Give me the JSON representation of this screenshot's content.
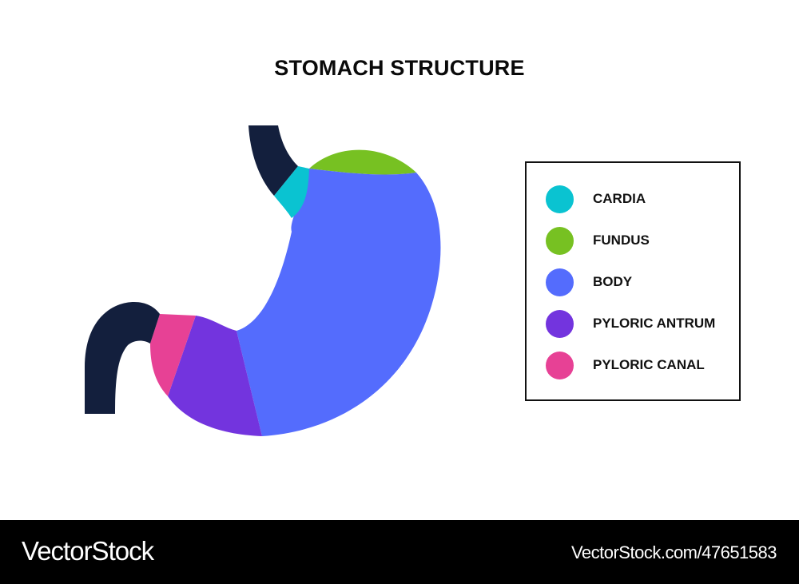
{
  "title": "STOMACH STRUCTURE",
  "colors": {
    "esophagus": "#131f3d",
    "duodenum": "#131f3d",
    "cardia": "#0ac3d1",
    "fundus": "#77c122",
    "body": "#546cfd",
    "pyloric_antrum": "#7334de",
    "pyloric_canal": "#e74195"
  },
  "legend": {
    "items": [
      {
        "label": "CARDIA",
        "color": "#0ac3d1"
      },
      {
        "label": "FUNDUS",
        "color": "#77c122"
      },
      {
        "label": "BODY",
        "color": "#546cfd"
      },
      {
        "label": "PYLORIC ANTRUM",
        "color": "#7334de"
      },
      {
        "label": "PYLORIC CANAL",
        "color": "#e74195"
      }
    ]
  },
  "footer": {
    "brand": "VectorStock",
    "url": "VectorStock.com/47651583"
  }
}
